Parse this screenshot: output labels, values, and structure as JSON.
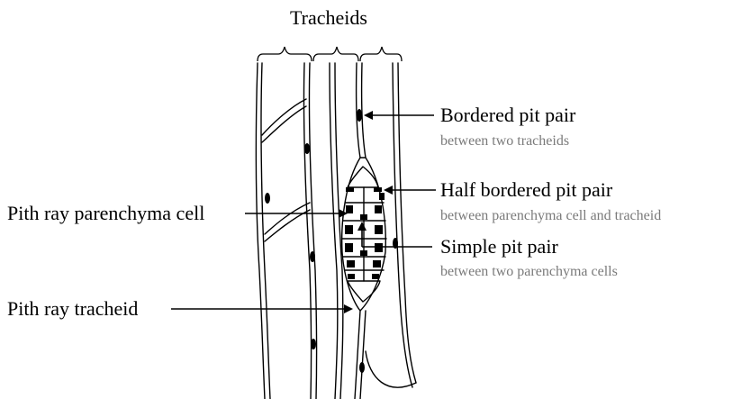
{
  "title": "Tracheids",
  "labels": {
    "bordered": {
      "main": "Bordered pit pair",
      "sub": "between two tracheids"
    },
    "half_bordered": {
      "main": "Half bordered pit pair",
      "sub": "between parenchyma cell and tracheid"
    },
    "simple": {
      "main": "Simple pit pair",
      "sub": "between two parenchyma cells"
    },
    "parenchyma_cell": {
      "main": "Pith ray parenchyma cell"
    },
    "ray_tracheid": {
      "main": "Pith ray tracheid"
    }
  },
  "colors": {
    "text": "#000000",
    "subtext": "#7a7a7a",
    "line": "#000000",
    "background": "#ffffff"
  }
}
